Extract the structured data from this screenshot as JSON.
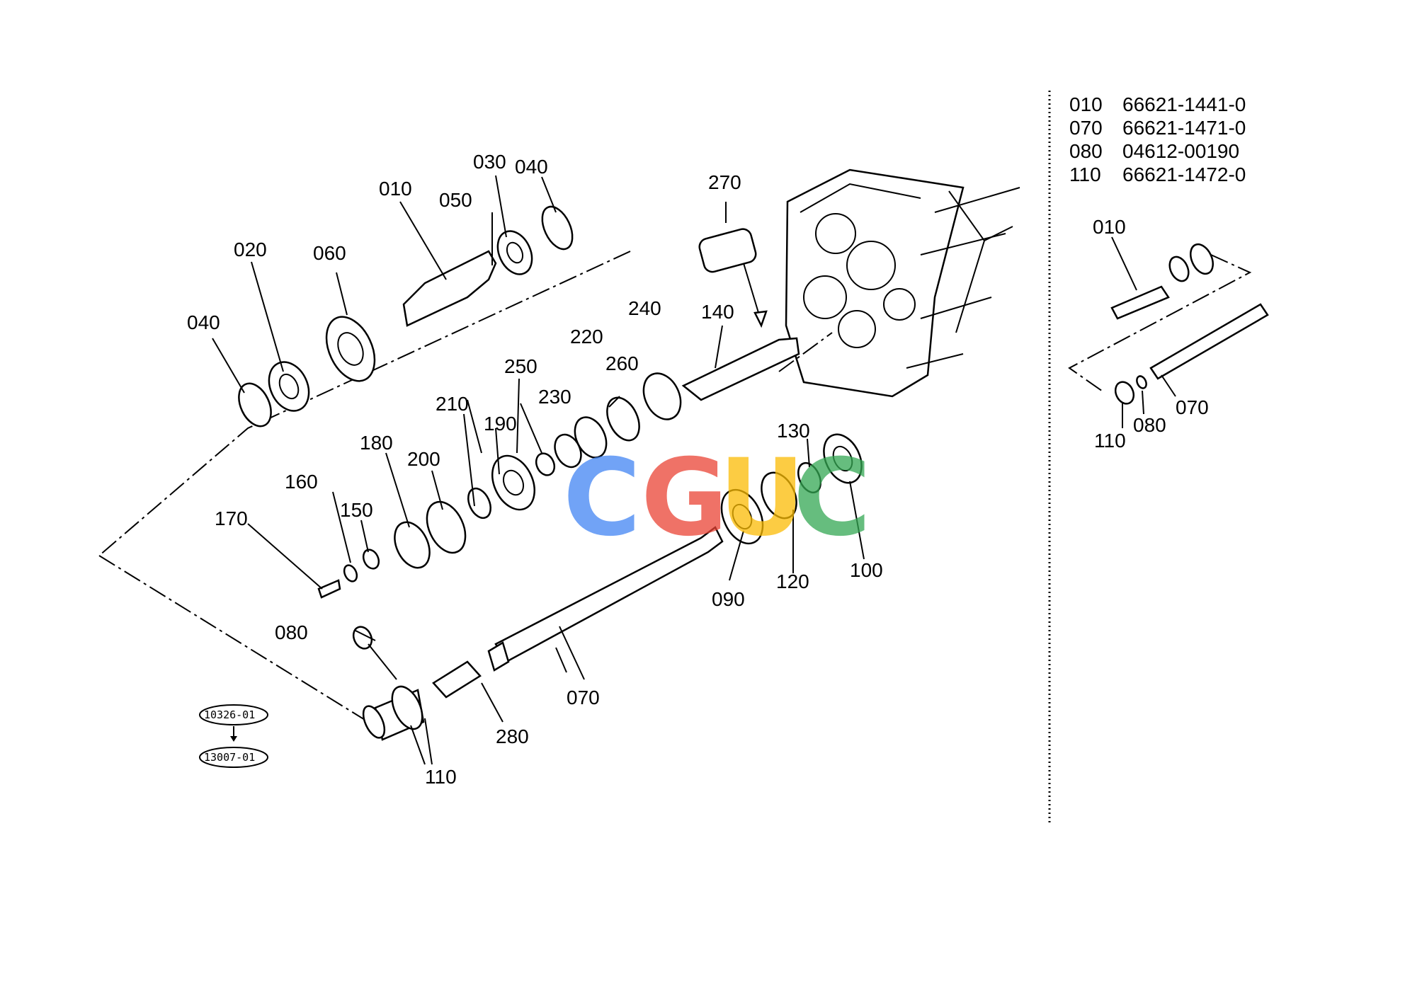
{
  "parts_table": [
    {
      "ref": "010",
      "part_no": "66621-1441-0"
    },
    {
      "ref": "070",
      "part_no": "66621-1471-0"
    },
    {
      "ref": "080",
      "part_no": "04612-00190"
    },
    {
      "ref": "110",
      "part_no": "66621-1472-0"
    }
  ],
  "callouts": {
    "c010": "010",
    "c020": "020",
    "c030": "030",
    "c040a": "040",
    "c040b": "040",
    "c050": "050",
    "c060": "060",
    "c070": "070",
    "c080": "080",
    "c090": "090",
    "c100": "100",
    "c110": "110",
    "c120": "120",
    "c130": "130",
    "c140": "140",
    "c150": "150",
    "c160": "160",
    "c170": "170",
    "c180": "180",
    "c190": "190",
    "c200": "200",
    "c210": "210",
    "c220": "220",
    "c230": "230",
    "c240": "240",
    "c250": "250",
    "c260": "260",
    "c270": "270",
    "c280": "280"
  },
  "inset_callouts": {
    "c010": "010",
    "c070": "070",
    "c080": "080",
    "c110": "110"
  },
  "serial_refs": {
    "from": "10326-01",
    "to": "13007-01"
  },
  "watermark": {
    "letters": [
      "C",
      "G",
      "U",
      "C"
    ],
    "colors": [
      "#4285F4",
      "#EA4335",
      "#FBBC05",
      "#34A853"
    ]
  }
}
